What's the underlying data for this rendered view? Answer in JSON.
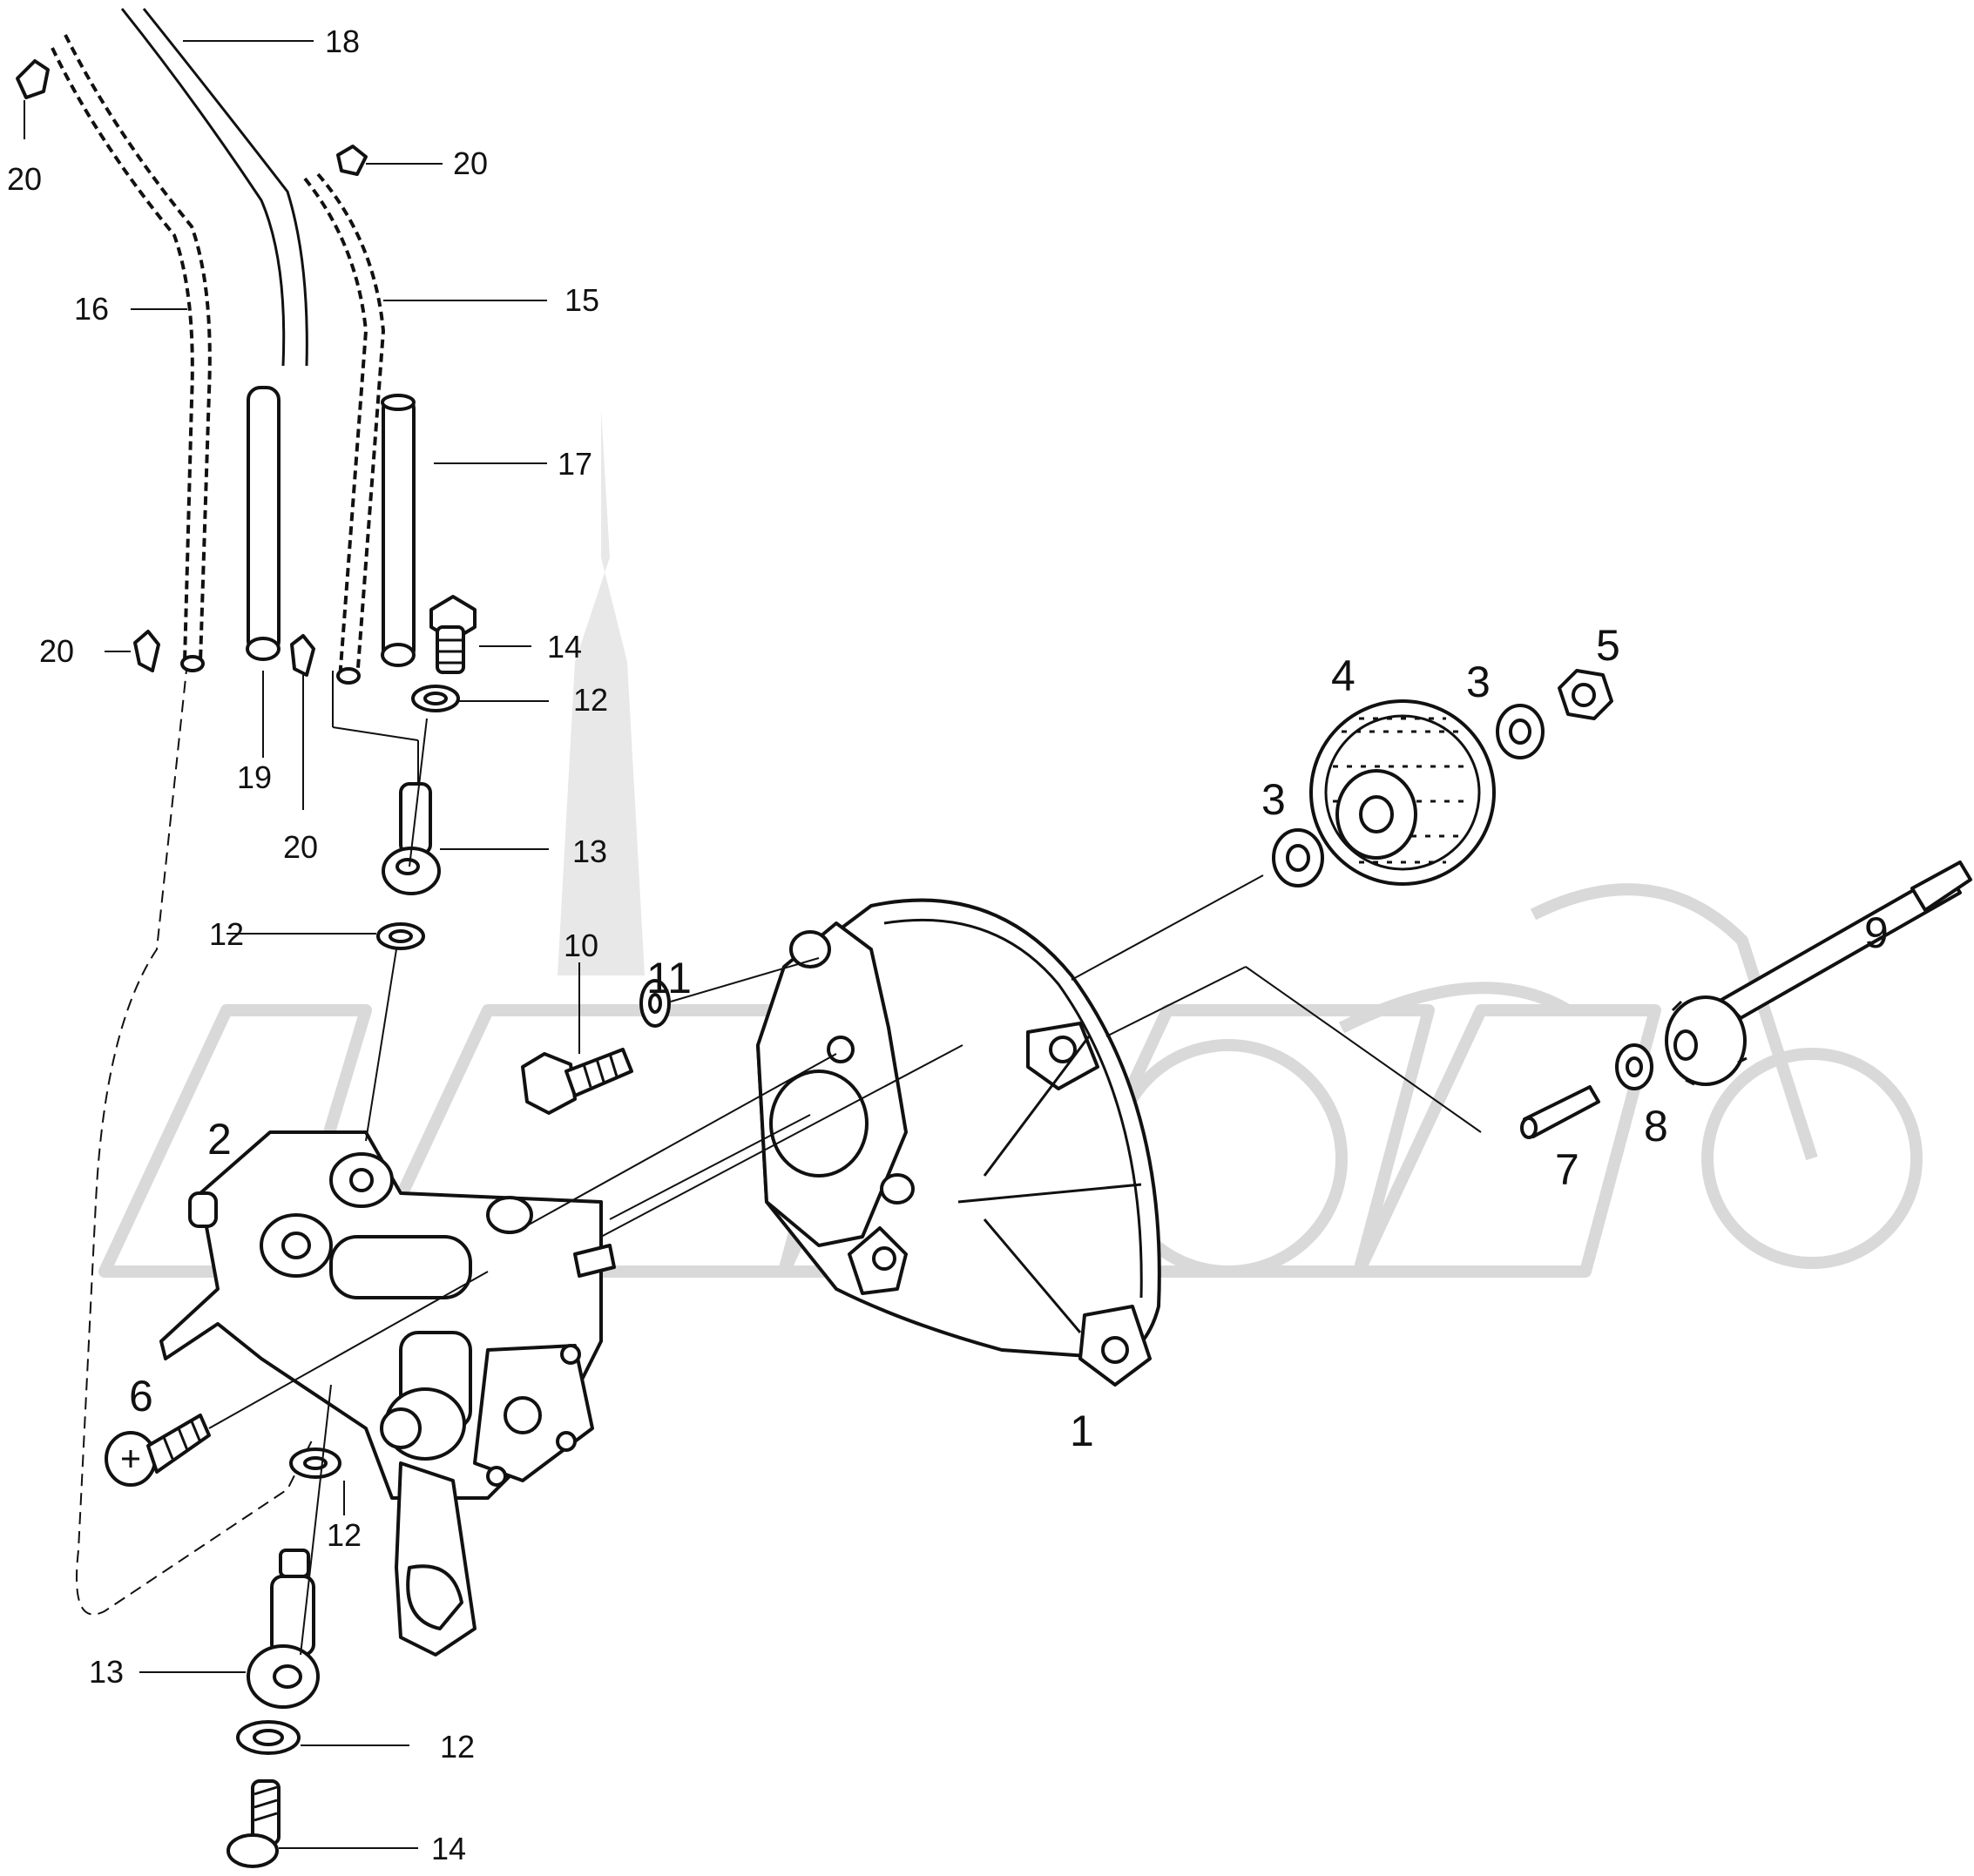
{
  "diagram": {
    "callouts": [
      {
        "id": "c1",
        "text": "1"
      },
      {
        "id": "c2",
        "text": "2"
      },
      {
        "id": "c3a",
        "text": "3"
      },
      {
        "id": "c3b",
        "text": "3"
      },
      {
        "id": "c4",
        "text": "4"
      },
      {
        "id": "c5",
        "text": "5"
      },
      {
        "id": "c6",
        "text": "6"
      },
      {
        "id": "c7",
        "text": "7"
      },
      {
        "id": "c8",
        "text": "8"
      },
      {
        "id": "c9",
        "text": "9"
      },
      {
        "id": "c10",
        "text": "10"
      },
      {
        "id": "c11",
        "text": "11"
      },
      {
        "id": "c12a",
        "text": "12"
      },
      {
        "id": "c12b",
        "text": "12"
      },
      {
        "id": "c12c",
        "text": "12"
      },
      {
        "id": "c12d",
        "text": "12"
      },
      {
        "id": "c13a",
        "text": "13"
      },
      {
        "id": "c13b",
        "text": "13"
      },
      {
        "id": "c14a",
        "text": "14"
      },
      {
        "id": "c14b",
        "text": "14"
      },
      {
        "id": "c15",
        "text": "15"
      },
      {
        "id": "c16",
        "text": "16"
      },
      {
        "id": "c17",
        "text": "17"
      },
      {
        "id": "c18",
        "text": "18"
      },
      {
        "id": "c19",
        "text": "19"
      },
      {
        "id": "c20a",
        "text": "20"
      },
      {
        "id": "c20b",
        "text": "20"
      },
      {
        "id": "c20c",
        "text": "20"
      },
      {
        "id": "c20d",
        "text": "20"
      }
    ]
  }
}
